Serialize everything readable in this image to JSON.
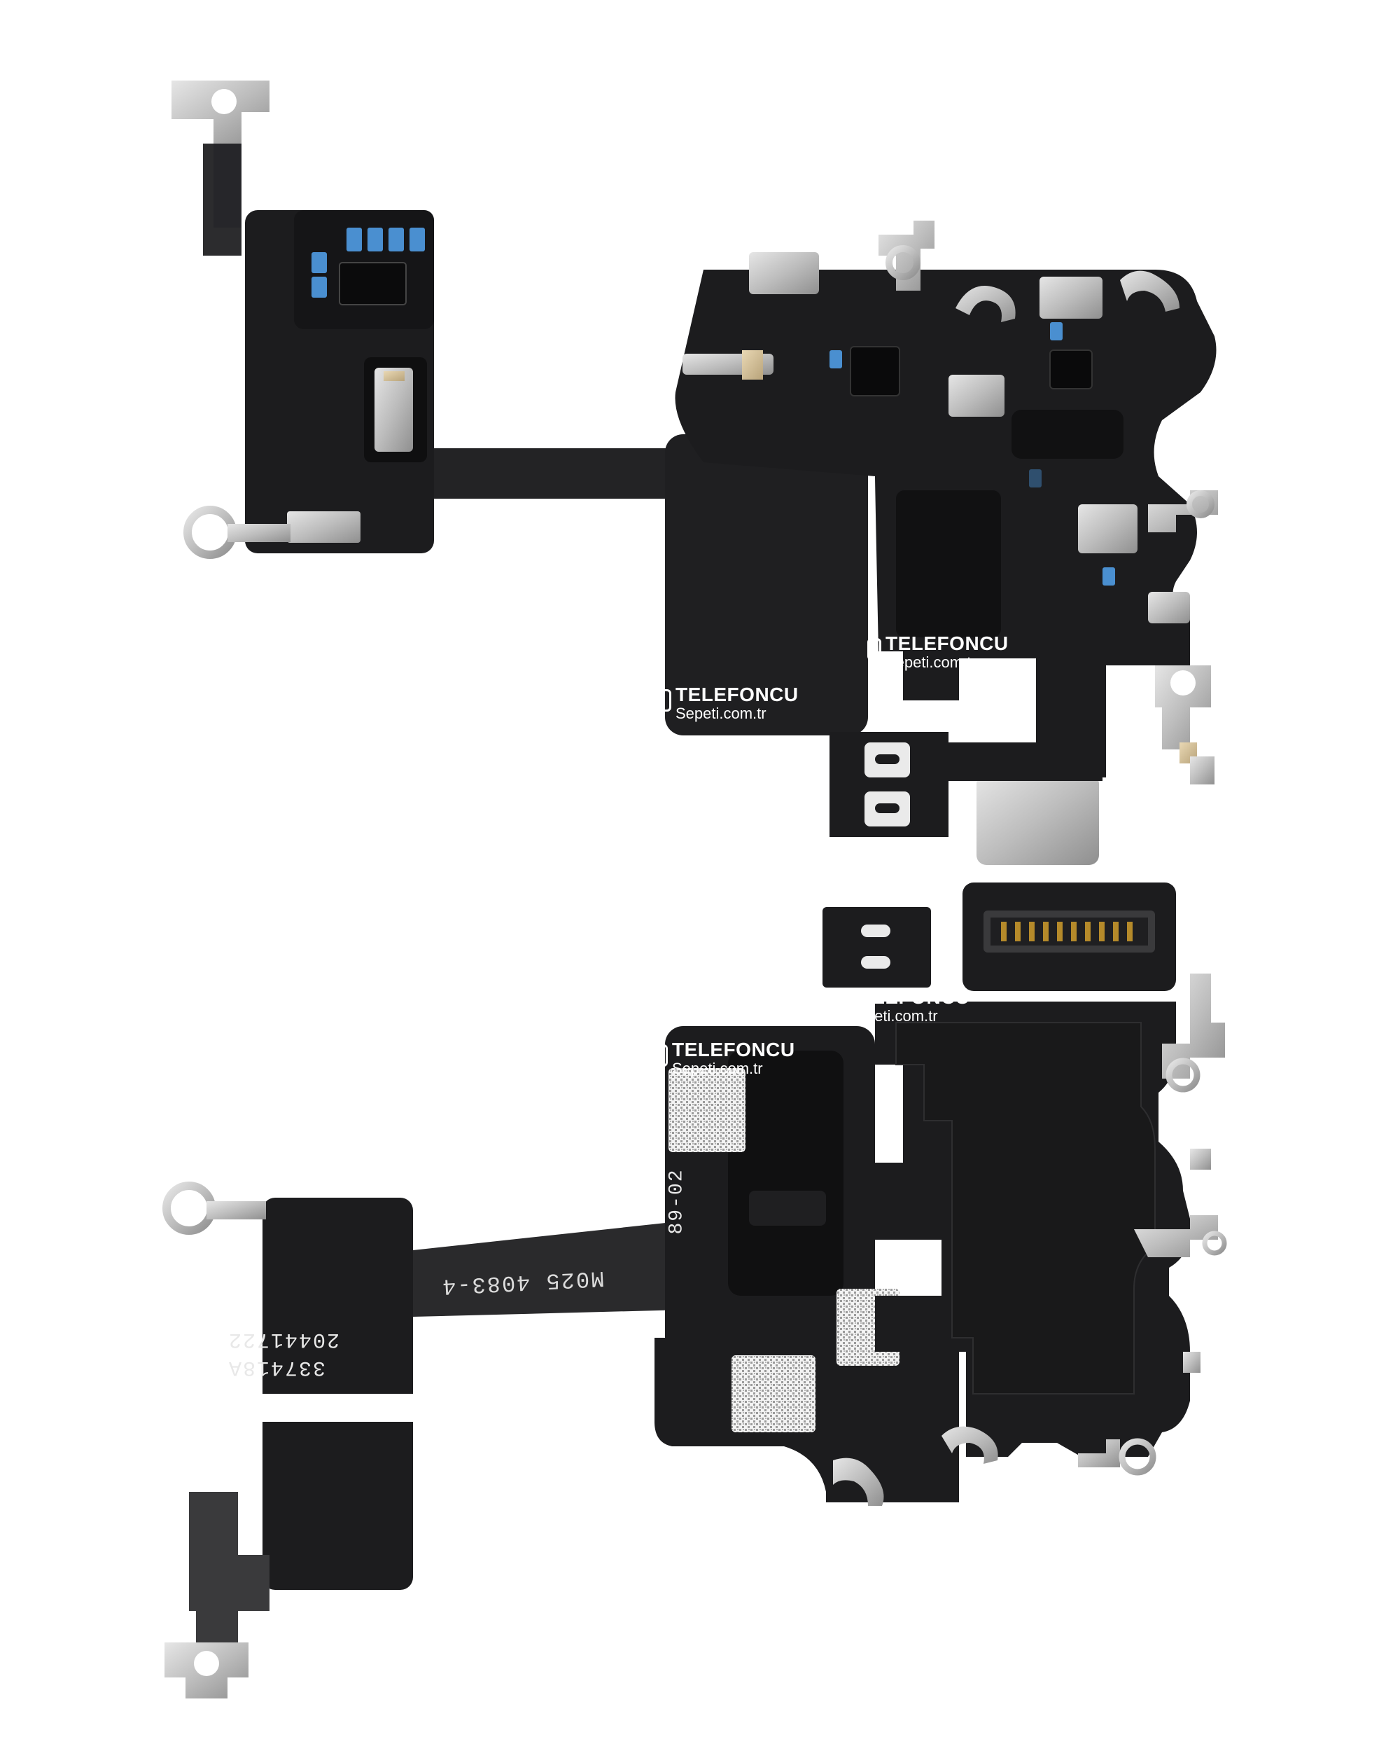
{
  "watermark": {
    "brand": "TELEFONCU",
    "site": "Sepeti.com.tr"
  },
  "lower_flex_prints": {
    "strip_code": "M025 4083-4",
    "panel_code": "89-02",
    "label_line_1": "337418A",
    "label_line_2": "20441722"
  },
  "colors": {
    "background": "#ffffff",
    "flex_black": "#1c1c1e",
    "flex_dark": "#2a2a2c",
    "metal": "#c9c9c9",
    "metal_dark": "#9a9a9a",
    "component_blue": "#4a8fd0",
    "label_white": "#efefef"
  }
}
